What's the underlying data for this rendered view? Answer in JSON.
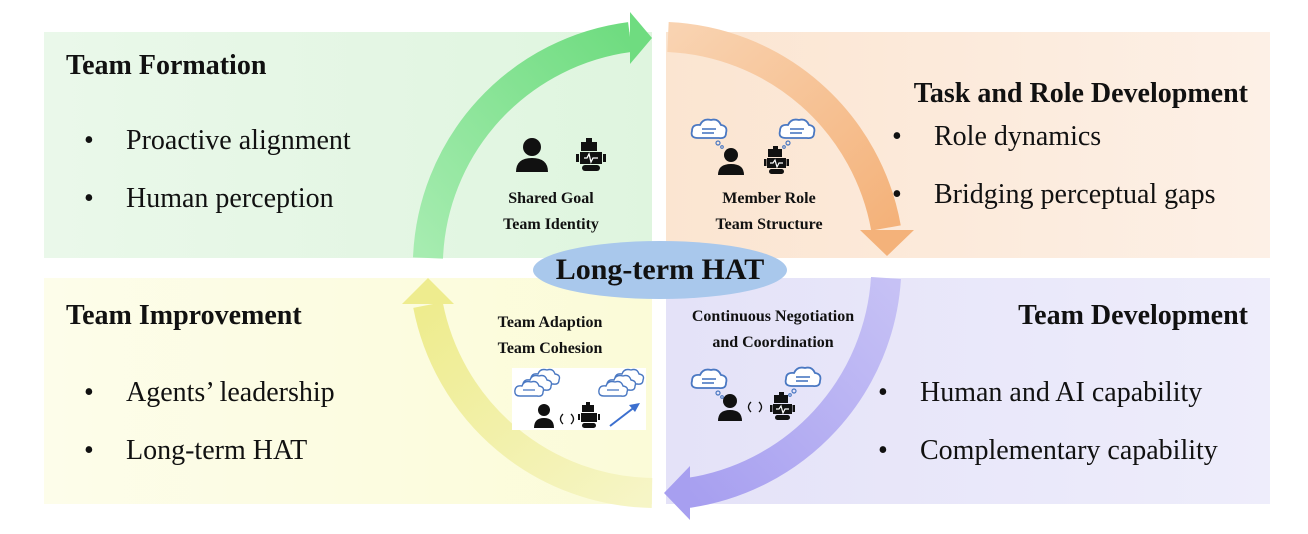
{
  "quadrants": {
    "top_left": {
      "title": "Team Formation",
      "bullets": [
        "Proactive alignment",
        "Human perception"
      ],
      "center_labels": [
        "Shared Goal",
        "Team Identity"
      ]
    },
    "top_right": {
      "title": "Task and Role Development",
      "bullets": [
        "Role dynamics",
        "Bridging perceptual gaps"
      ],
      "center_labels": [
        "Member Role",
        "Team Structure"
      ]
    },
    "bottom_left": {
      "title": "Team Improvement",
      "bullets": [
        "Agents’ leadership",
        "Long-term HAT"
      ],
      "center_labels": [
        "Team Adaption",
        "Team Cohesion"
      ]
    },
    "bottom_right": {
      "title": "Team Development",
      "bullets": [
        "Human and AI capability",
        "Complementary capability"
      ],
      "center_labels": [
        "Continuous Negotiation",
        "and Coordination"
      ]
    }
  },
  "center": {
    "label": "Long-term HAT"
  },
  "colors": {
    "green": "#8fe39a",
    "orange": "#f7c294",
    "purple": "#b9b3f2",
    "yellow": "#f2f0a0",
    "ellipse": "#a9c8ec",
    "cloud_stroke": "#4a78c2"
  },
  "icons": [
    "person-icon",
    "robot-icon",
    "thought-cloud-icon",
    "communication-icon",
    "growth-arrow-icon"
  ]
}
